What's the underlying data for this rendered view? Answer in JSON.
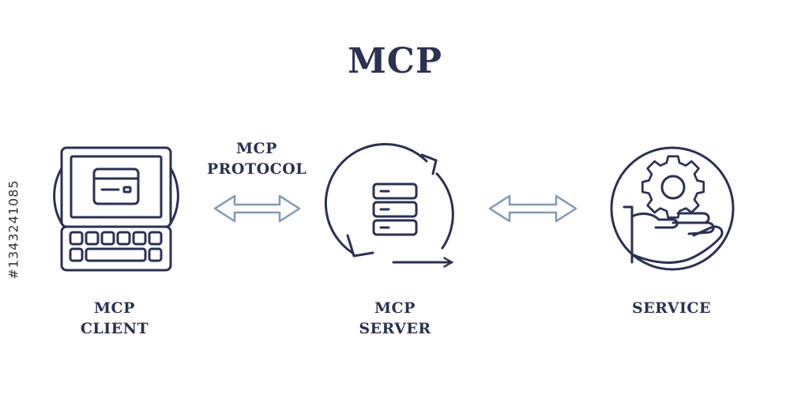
{
  "title": "MCP",
  "protocol_label": {
    "line1": "MCP",
    "line2": "PROTOCOL"
  },
  "client_label": {
    "line1": "MCP",
    "line2": "CLIENT"
  },
  "server_label": {
    "line1": "MCP",
    "line2": "SERVER"
  },
  "service_label": "SERVICE",
  "stock_id": "#1343241085",
  "colors": {
    "ink": "#2b3152",
    "arrow": "#7f9bb6"
  },
  "icons": {
    "client": "laptop-icon",
    "server": "server-cycle-icon",
    "service": "hand-gear-icon",
    "link": "double-arrow-icon"
  }
}
